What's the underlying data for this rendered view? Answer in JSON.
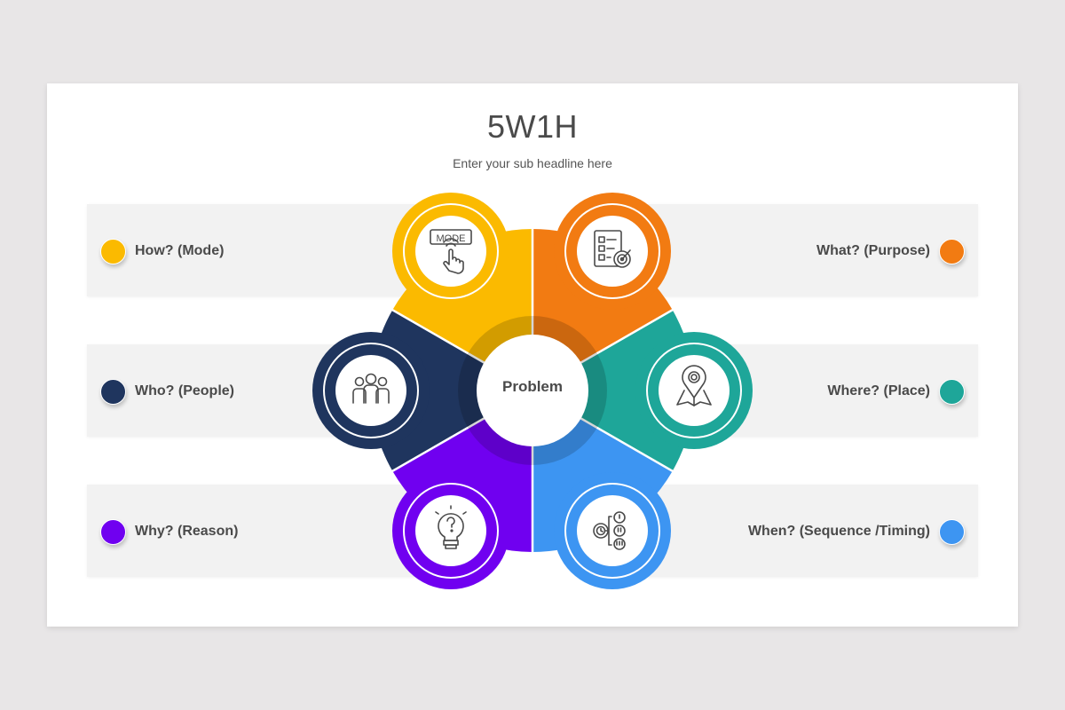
{
  "slide": {
    "title": "5W1H",
    "subtitle": "Enter your sub headline here",
    "center_label": "Problem"
  },
  "items": [
    {
      "id": "how",
      "label": "How? (Mode)",
      "side": "left",
      "color": "#fbba00",
      "icon": "mode-hand-icon"
    },
    {
      "id": "who",
      "label": "Who? (People)",
      "side": "left",
      "color": "#1f355e",
      "icon": "people-group-icon"
    },
    {
      "id": "why",
      "label": "Why? (Reason)",
      "side": "left",
      "color": "#7000f0",
      "icon": "lightbulb-question-icon"
    },
    {
      "id": "what",
      "label": "What? (Purpose)",
      "side": "right",
      "color": "#f27b12",
      "icon": "checklist-target-icon"
    },
    {
      "id": "where",
      "label": "Where? (Place)",
      "side": "right",
      "color": "#1ea699",
      "icon": "map-pin-icon"
    },
    {
      "id": "when",
      "label": "When? (Sequence /Timing)",
      "side": "right",
      "color": "#3d95f2",
      "icon": "gear-clock-priority-icon"
    }
  ],
  "colors": {
    "background": "#e8e6e7",
    "slide": "#ffffff",
    "band": "#f2f2f2",
    "text": "#4a4a4a",
    "icon_stroke": "#4a4a4a"
  }
}
